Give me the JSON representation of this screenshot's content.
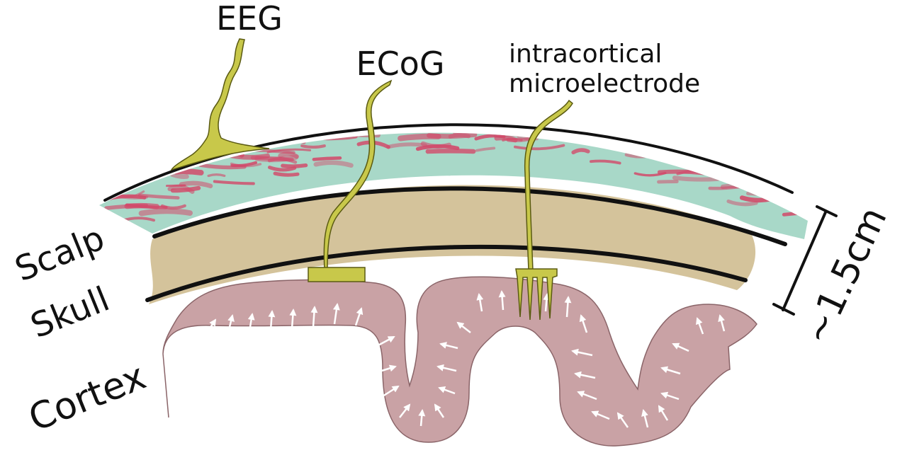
{
  "labels": {
    "eeg": "EEG",
    "ecog": "ECoG",
    "intracortical_line1": "intracortical",
    "intracortical_line2": "microelectrode",
    "scalp": "Scalp",
    "skull": "Skull",
    "cortex": "Cortex",
    "scale": "~1.5cm"
  },
  "colors": {
    "scalp_base": "#a8d8c8",
    "scalp_streak": "#d24a6a",
    "skull": "#cdb98a",
    "cortex": "#c9a2a5",
    "electrode": "#c8c84a",
    "electrode_outline": "#5a5a12",
    "arrow": "#ffffff",
    "line": "#111111"
  }
}
